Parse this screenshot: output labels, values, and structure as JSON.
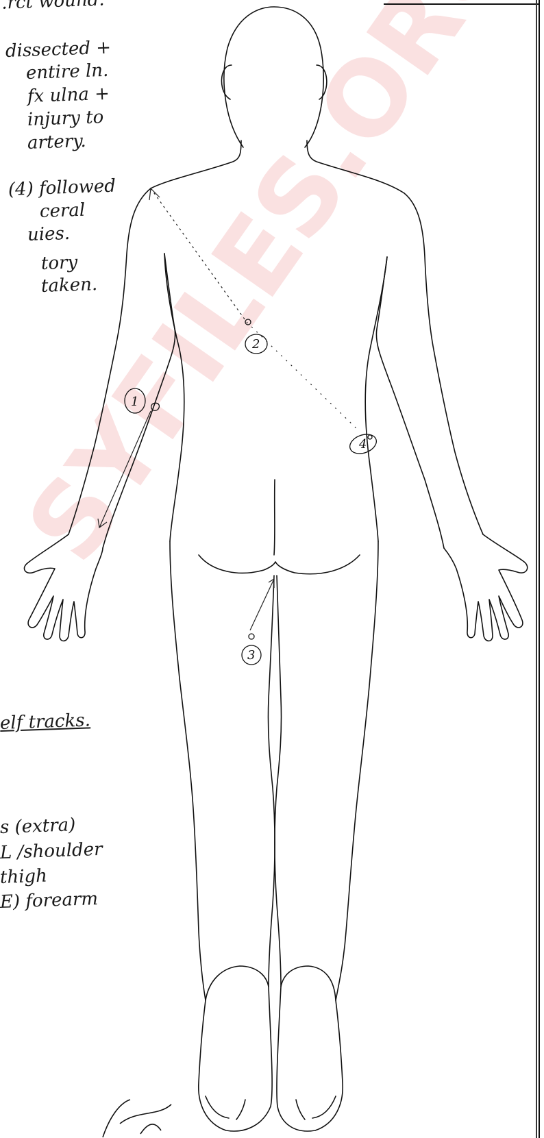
{
  "notes": [
    "..rct wound.",
    "dissected +",
    "entire ln.",
    "fx ulna +",
    "injury to",
    "artery.",
    "(4) followed",
    "ceral",
    "uies.",
    "tory",
    "taken.",
    "elf tracks.",
    "s (extra)",
    "L /shoulder",
    "thigh",
    "E) forearm"
  ],
  "wound_markers": [
    "1",
    "2",
    "3",
    "4"
  ],
  "watermark": "SYFILES.ORG",
  "colors": {
    "ink": "#111111",
    "watermark": "#e24b4b"
  }
}
